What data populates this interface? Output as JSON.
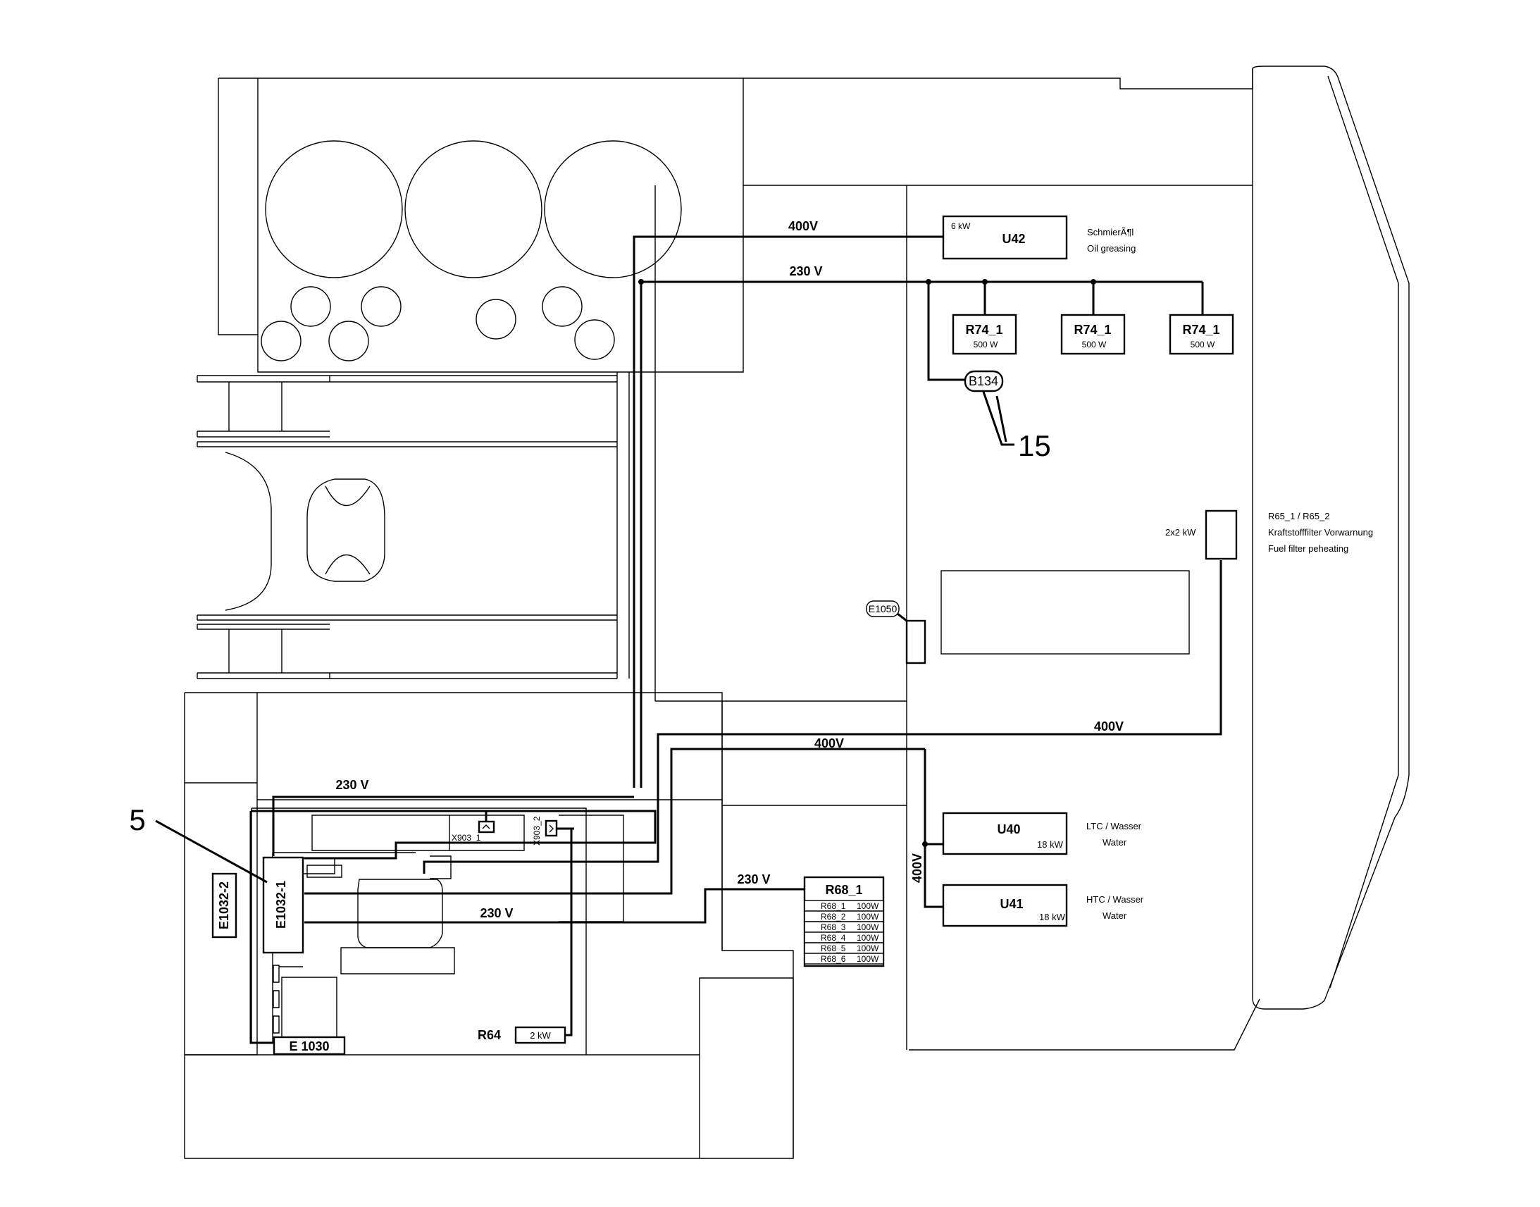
{
  "callouts": {
    "c5": "5",
    "c15": "15"
  },
  "wire_labels": {
    "w400_top": "400V",
    "w230_top": "230 V",
    "w400_right": "400V",
    "w400_mid": "400V",
    "w230_left": "230 V",
    "w230_r68": "230 V",
    "w230_bottom": "230 V",
    "w400_vertical": "400V"
  },
  "components": {
    "u42": {
      "label": "U42",
      "power": "6 kW",
      "desc_de": "SchmierÃ¶l",
      "desc_en": "Oil greasing"
    },
    "r74": [
      {
        "label": "R74_1",
        "power": "500 W"
      },
      {
        "label": "R74_1",
        "power": "500 W"
      },
      {
        "label": "R74_1",
        "power": "500 W"
      }
    ],
    "b134": "B134",
    "e1050": "E1050",
    "r65": {
      "power": "2x2 kW",
      "label": "R65_1 / R65_2",
      "desc_de": "Kraftstofffilter Vorwarnung",
      "desc_en": "Fuel filter peheating"
    },
    "u40": {
      "label": "U40",
      "power": "18 kW",
      "desc_1": "LTC / Wasser",
      "desc_2": "Water"
    },
    "u41": {
      "label": "U41",
      "power": "18 kW",
      "desc_1": "HTC / Wasser",
      "desc_2": "Water"
    },
    "r68": {
      "label": "R68_1",
      "rows": [
        {
          "name": "R68_1",
          "power": "100W"
        },
        {
          "name": "R68_2",
          "power": "100W"
        },
        {
          "name": "R68_3",
          "power": "100W"
        },
        {
          "name": "R68_4",
          "power": "100W"
        },
        {
          "name": "R68_5",
          "power": "100W"
        },
        {
          "name": "R68_6",
          "power": "100W"
        }
      ]
    },
    "e1032_1": "E1032-1",
    "e1032_2": "E1032-2",
    "e1030": "E 1030",
    "r64": {
      "label": "R64",
      "power": "2 kW"
    },
    "x903_1": "X903_1",
    "x903_2": "X903_2"
  }
}
